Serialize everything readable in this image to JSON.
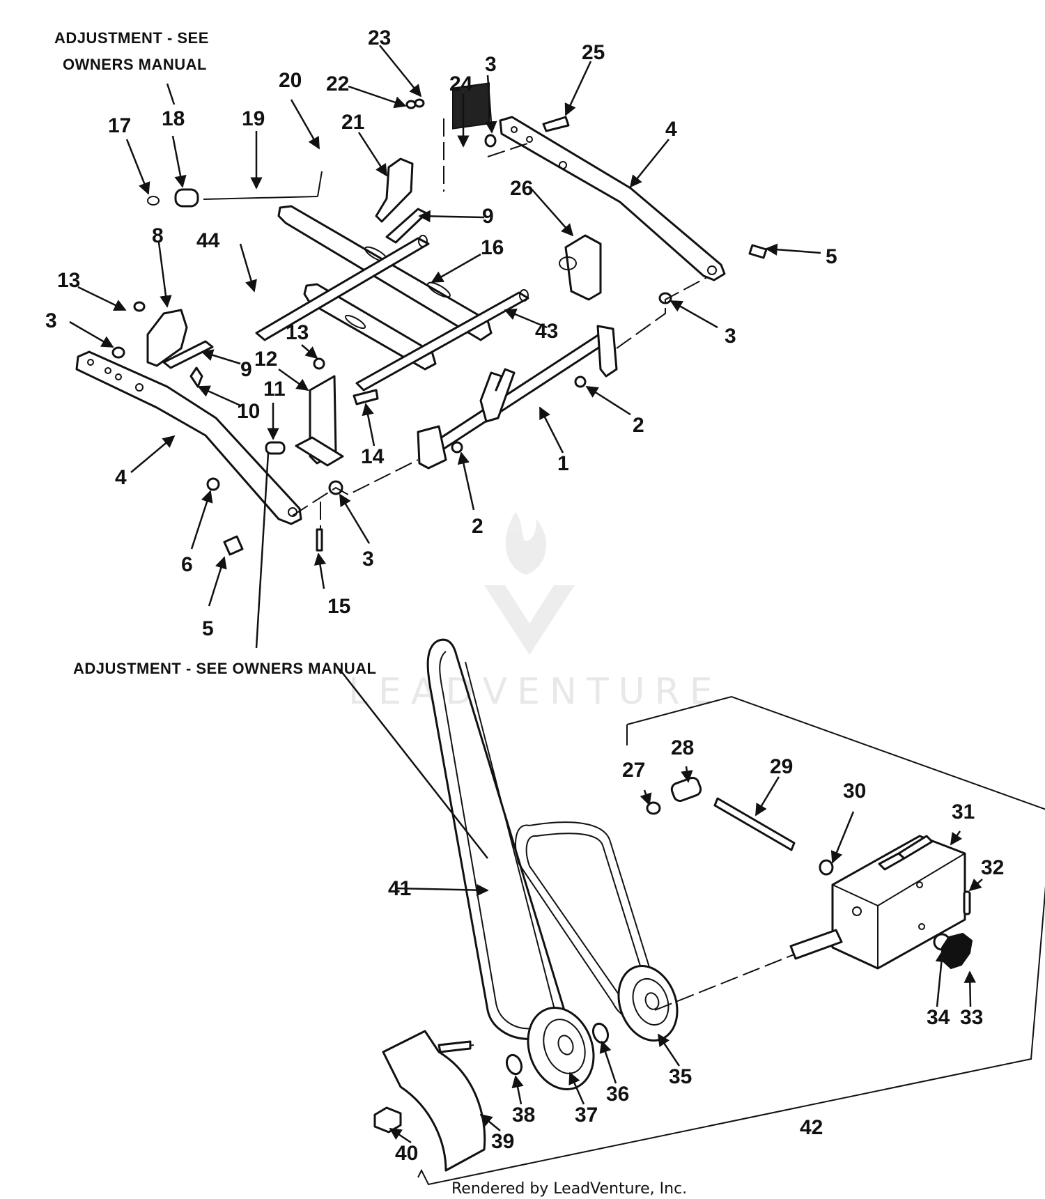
{
  "notes": {
    "adjustment_top_line1": "ADJUSTMENT - SEE",
    "adjustment_top_line2": "OWNERS MANUAL",
    "adjustment_mid": "ADJUSTMENT - SEE OWNERS MANUAL"
  },
  "watermark": "LEADVENTURE",
  "footer": "Rendered by LeadVenture, Inc.",
  "callouts": {
    "c1": "1",
    "c2a": "2",
    "c2b": "2",
    "c3a": "3",
    "c3b": "3",
    "c3c": "3",
    "c3d": "3",
    "c4a": "4",
    "c4b": "4",
    "c5a": "5",
    "c5b": "5",
    "c6": "6",
    "c8": "8",
    "c9a": "9",
    "c9b": "9",
    "c10": "10",
    "c11": "11",
    "c12": "12",
    "c13a": "13",
    "c13b": "13",
    "c14": "14",
    "c15": "15",
    "c16": "16",
    "c17": "17",
    "c18": "18",
    "c19": "19",
    "c20": "20",
    "c21": "21",
    "c22": "22",
    "c23": "23",
    "c24": "24",
    "c25": "25",
    "c26": "26",
    "c27": "27",
    "c28": "28",
    "c29": "29",
    "c30": "30",
    "c31": "31",
    "c32": "32",
    "c33": "33",
    "c34": "34",
    "c35": "35",
    "c36": "36",
    "c37": "37",
    "c38": "38",
    "c39": "39",
    "c40": "40",
    "c41": "41",
    "c42": "42",
    "c43": "43",
    "c44": "44"
  }
}
